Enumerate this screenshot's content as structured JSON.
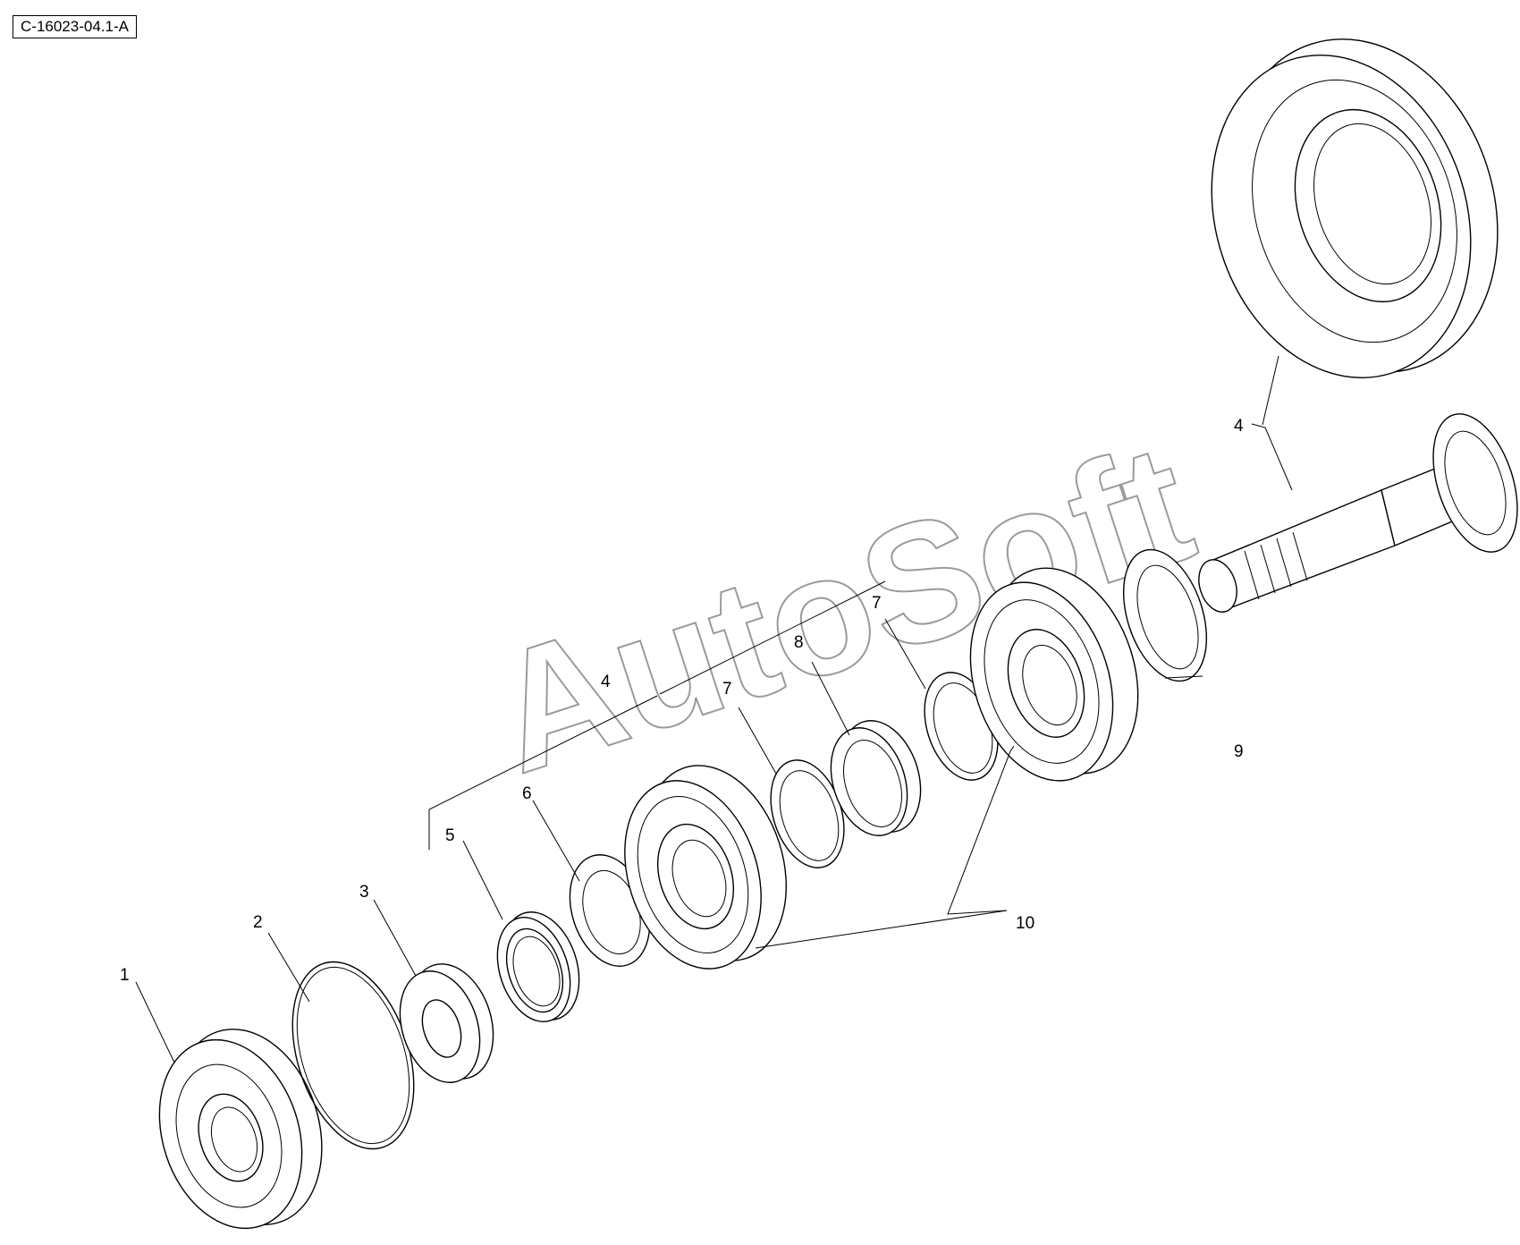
{
  "document_ref": "C-16023-04.1-A",
  "watermark": "AutoSoft",
  "callouts": {
    "c1": "1",
    "c2": "2",
    "c3": "3",
    "c4_upper": "4",
    "c4_lower": "4",
    "c5": "5",
    "c6": "6",
    "c7_left": "7",
    "c7_right": "7",
    "c8": "8",
    "c9": "9",
    "c10": "10"
  },
  "colors": {
    "line": "#000000",
    "watermark": "#9a9a9a",
    "background": "#ffffff"
  }
}
